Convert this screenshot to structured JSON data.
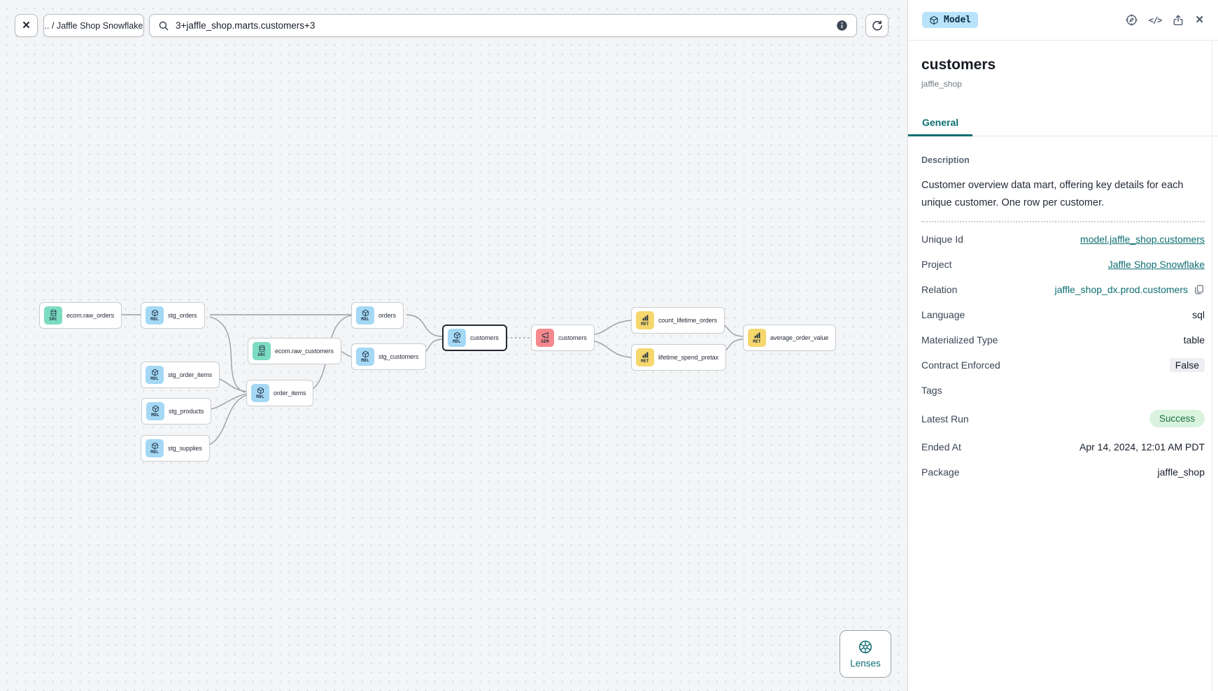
{
  "topbar": {
    "breadcrumb": ".. / Jaffle Shop Snowflake",
    "search_value": "3+jaffle_shop.marts.customers+3"
  },
  "icons": {
    "close_glyph": "✕",
    "code_glyph": "</>"
  },
  "graph": {
    "nodes": [
      {
        "label": "ecom.raw_orders",
        "badge": "SRC",
        "type": "source"
      },
      {
        "label": "stg_orders",
        "badge": "MDL",
        "type": "model"
      },
      {
        "label": "ecom.raw_customers",
        "badge": "SRC",
        "type": "source"
      },
      {
        "label": "stg_order_items",
        "badge": "MDL",
        "type": "model"
      },
      {
        "label": "stg_products",
        "badge": "MDL",
        "type": "model"
      },
      {
        "label": "stg_supplies",
        "badge": "MDL",
        "type": "model"
      },
      {
        "label": "order_items",
        "badge": "MDL",
        "type": "model"
      },
      {
        "label": "orders",
        "badge": "MDL",
        "type": "model"
      },
      {
        "label": "stg_customers",
        "badge": "MDL",
        "type": "model"
      },
      {
        "label": "customers",
        "badge": "MDL",
        "type": "model",
        "selected": true
      },
      {
        "label": "customers",
        "badge": "SEM",
        "type": "semantic"
      },
      {
        "label": "count_lifetime_orders",
        "badge": "MET",
        "type": "metric"
      },
      {
        "label": "lifetime_spend_pretax",
        "badge": "MET",
        "type": "metric"
      },
      {
        "label": "average_order_value",
        "badge": "MET",
        "type": "metric"
      }
    ],
    "lenses_label": "Lenses"
  },
  "panel": {
    "type_badge": "Model",
    "title": "customers",
    "subtitle": "jaffle_shop",
    "tab": "General",
    "description_label": "Description",
    "description": "Customer overview data mart, offering key details for each unique customer. One row per customer.",
    "fields": [
      {
        "label": "Unique Id",
        "value": "model.jaffle_shop.customers"
      },
      {
        "label": "Project",
        "value": "Jaffle Shop Snowflake"
      },
      {
        "label": "Relation",
        "value": "jaffle_shop_dx.prod.customers"
      },
      {
        "label": "Language",
        "value": "sql"
      },
      {
        "label": "Materialized Type",
        "value": "table"
      },
      {
        "label": "Contract Enforced",
        "value": "False"
      },
      {
        "label": "Tags",
        "value": ""
      },
      {
        "label": "Latest Run",
        "value": "Success"
      },
      {
        "label": "Ended At",
        "value": "Apr 14, 2024, 12:01 AM PDT"
      },
      {
        "label": "Package",
        "value": "jaffle_shop"
      }
    ]
  },
  "colors": {
    "accent": "#0e6e72",
    "model_blue": "#a4d8f5",
    "source_teal": "#7cdcc2",
    "semantic_red": "#f5898d",
    "metric_yellow": "#f5d76e",
    "badge_blue_bg": "#b9e3fa",
    "success_bg": "#d9f3de",
    "success_text": "#1d6f3f",
    "canvas_bg": "#f4f5f6",
    "node_border": "#c7ccd1",
    "edge": "#989ea6"
  }
}
